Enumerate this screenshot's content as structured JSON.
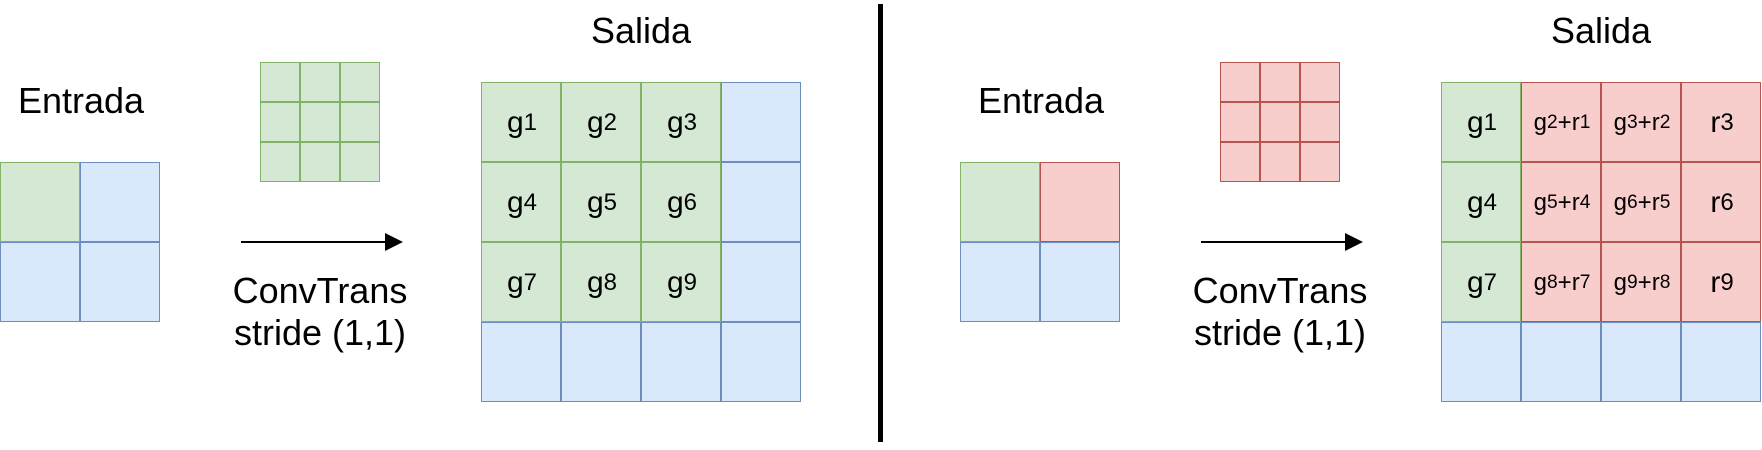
{
  "left": {
    "input_title": "Entrada",
    "output_title": "Salida",
    "caption_line1": "ConvTrans",
    "caption_line2": "stride (1,1)",
    "output_cells": [
      [
        "g|1",
        "g|2",
        "g|3",
        ""
      ],
      [
        "g|4",
        "g|5",
        "g|6",
        ""
      ],
      [
        "g|7",
        "g|8",
        "g|9",
        ""
      ],
      [
        "",
        "",
        "",
        ""
      ]
    ]
  },
  "right": {
    "input_title": "Entrada",
    "output_title": "Salida",
    "caption_line1": "ConvTrans",
    "caption_line2": "stride (1,1)",
    "output_cells": [
      [
        "g|1",
        "g|2|r|1",
        "g|3|r|2",
        "r|3"
      ],
      [
        "g|4",
        "g|5|r|4",
        "g|6|r|5",
        "r|6"
      ],
      [
        "g|7",
        "g|8|r|7",
        "g|9|r|8",
        "r|9"
      ],
      [
        "",
        "",
        "",
        ""
      ]
    ]
  },
  "colors": {
    "green_fill": "#d5e8d4",
    "green_border": "#82b366",
    "blue_fill": "#dae8fc",
    "blue_border": "#6c8ebf",
    "red_fill": "#f8cecc",
    "red_border": "#b85450"
  }
}
